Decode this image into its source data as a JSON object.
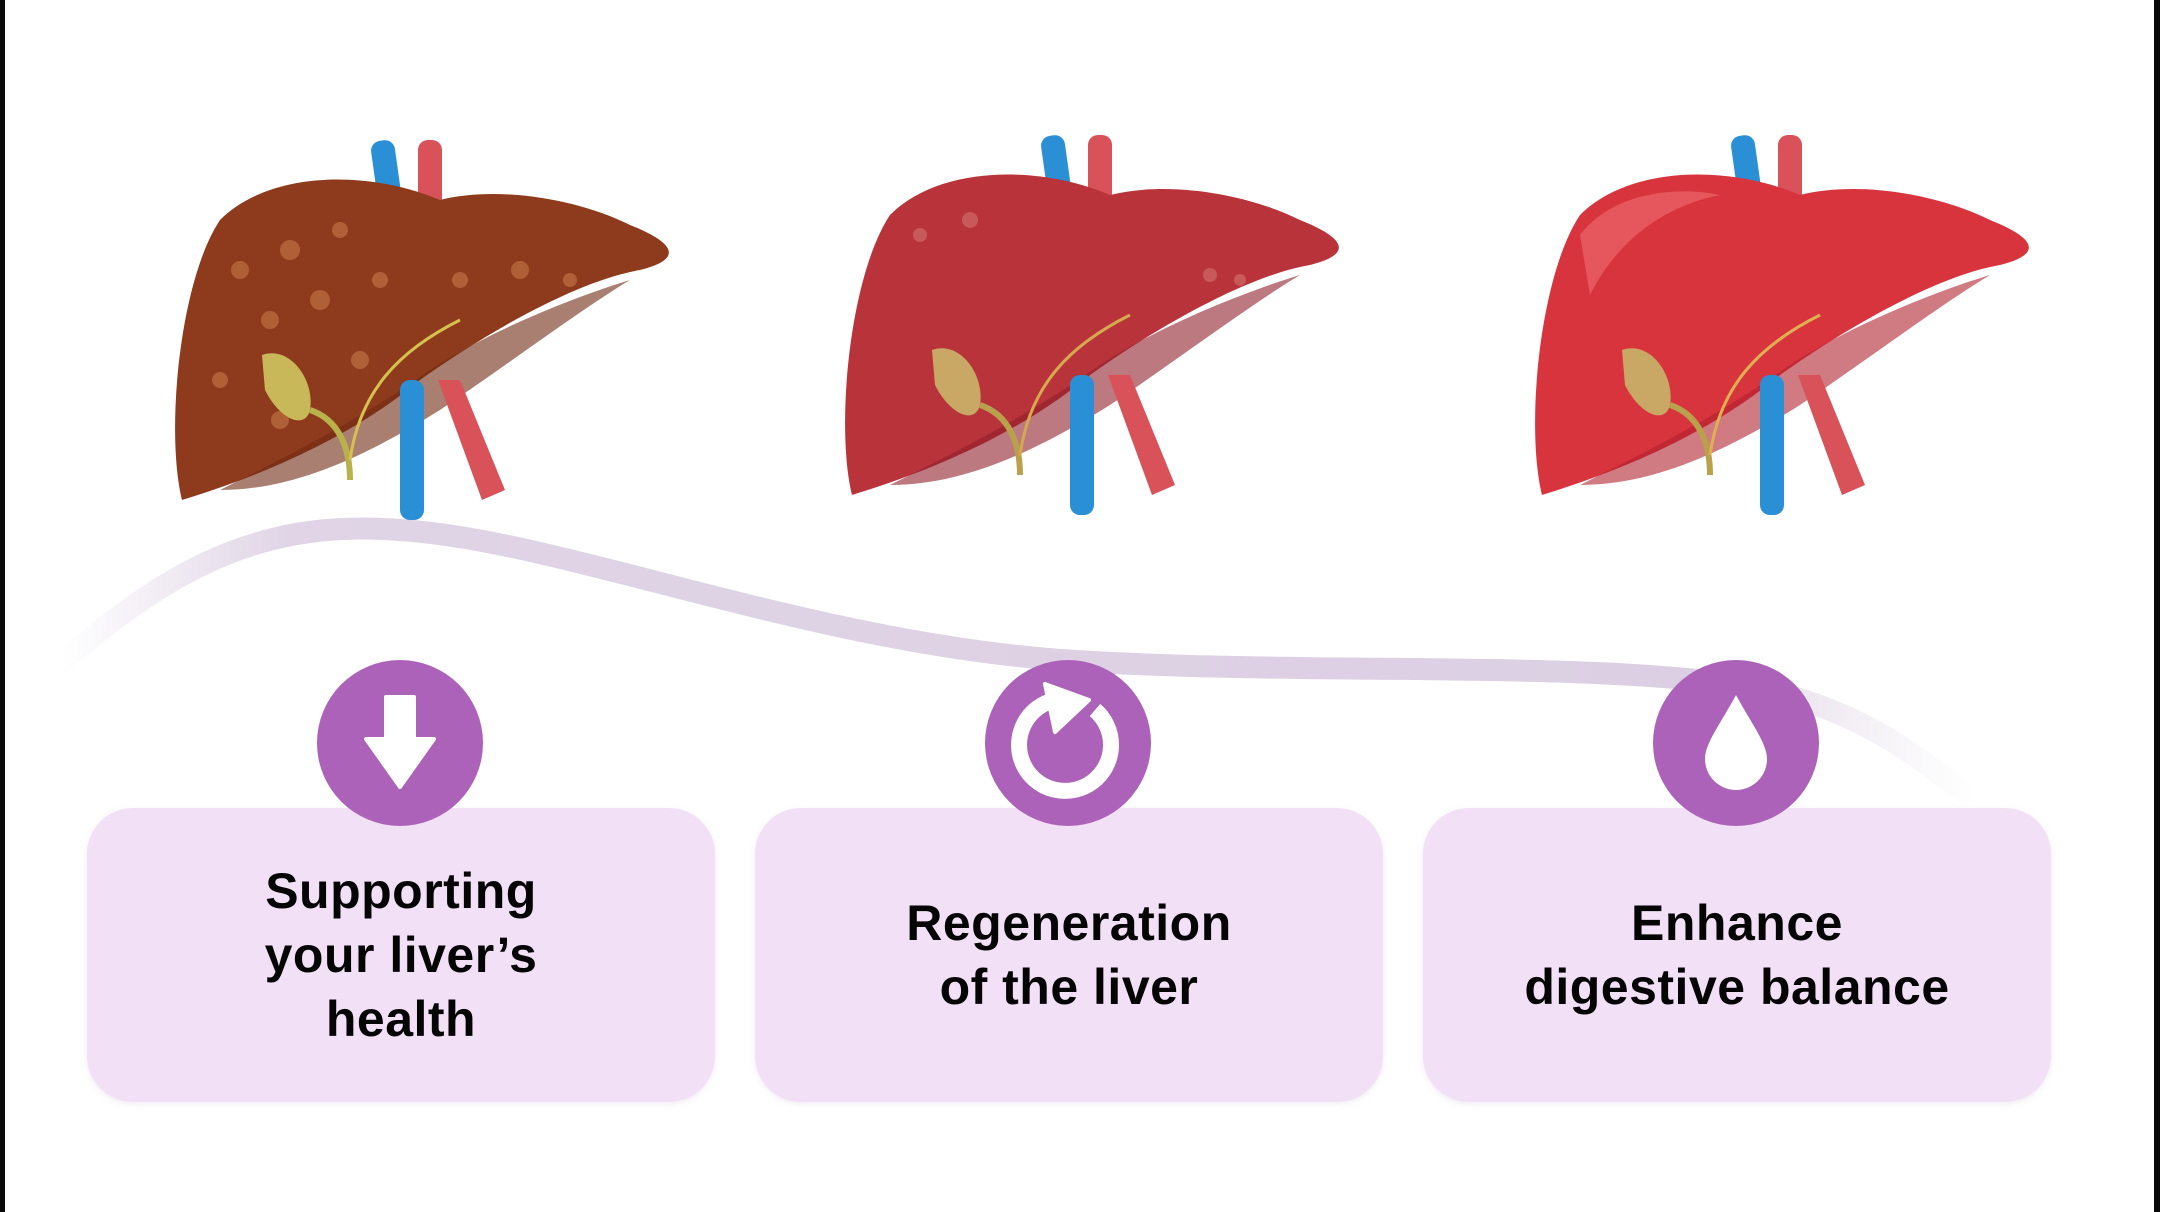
{
  "title": "Liver health benefits",
  "colors": {
    "accent": "#ad62b9",
    "card_background": "#f2e1f6",
    "curve": "#dccfe3",
    "text": "#050505"
  },
  "livers": [
    {
      "state": "fatty-damaged-liver",
      "color": "#8e3a1c"
    },
    {
      "state": "recovering-liver",
      "color": "#b8333a"
    },
    {
      "state": "healthy-liver",
      "color": "#d8343e"
    }
  ],
  "steps": [
    {
      "icon": "arrow-down-icon",
      "lines": [
        "Supporting",
        "your liver’s",
        "health"
      ]
    },
    {
      "icon": "refresh-icon",
      "lines": [
        "Regeneration",
        "of the liver"
      ]
    },
    {
      "icon": "water-drop-icon",
      "lines": [
        "Enhance",
        "digestive balance"
      ]
    }
  ]
}
